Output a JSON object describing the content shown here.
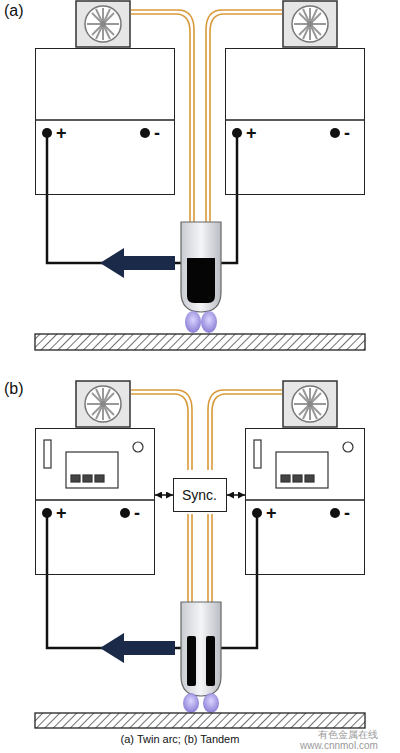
{
  "diagram": {
    "caption": "(a) Twin arc; (b) Tandem",
    "nodes": [
      {
        "text": [
          "+",
          "-"
        ]
      },
      {
        "text": [
          "+",
          "-"
        ]
      },
      {
        "text": [
          "+",
          "-"
        ]
      },
      {
        "text": [
          "Sync."
        ]
      },
      {
        "text": [
          "+",
          "-"
        ]
      }
    ],
    "edges": [
      {
        "from": 3,
        "to": 2,
        "arrow": "both"
      },
      {
        "from": 3,
        "to": 4,
        "arrow": "both"
      }
    ],
    "labels": [
      "(a)",
      "(b)",
      "有色金属在线",
      "www.cnnmol.com"
    ]
  }
}
